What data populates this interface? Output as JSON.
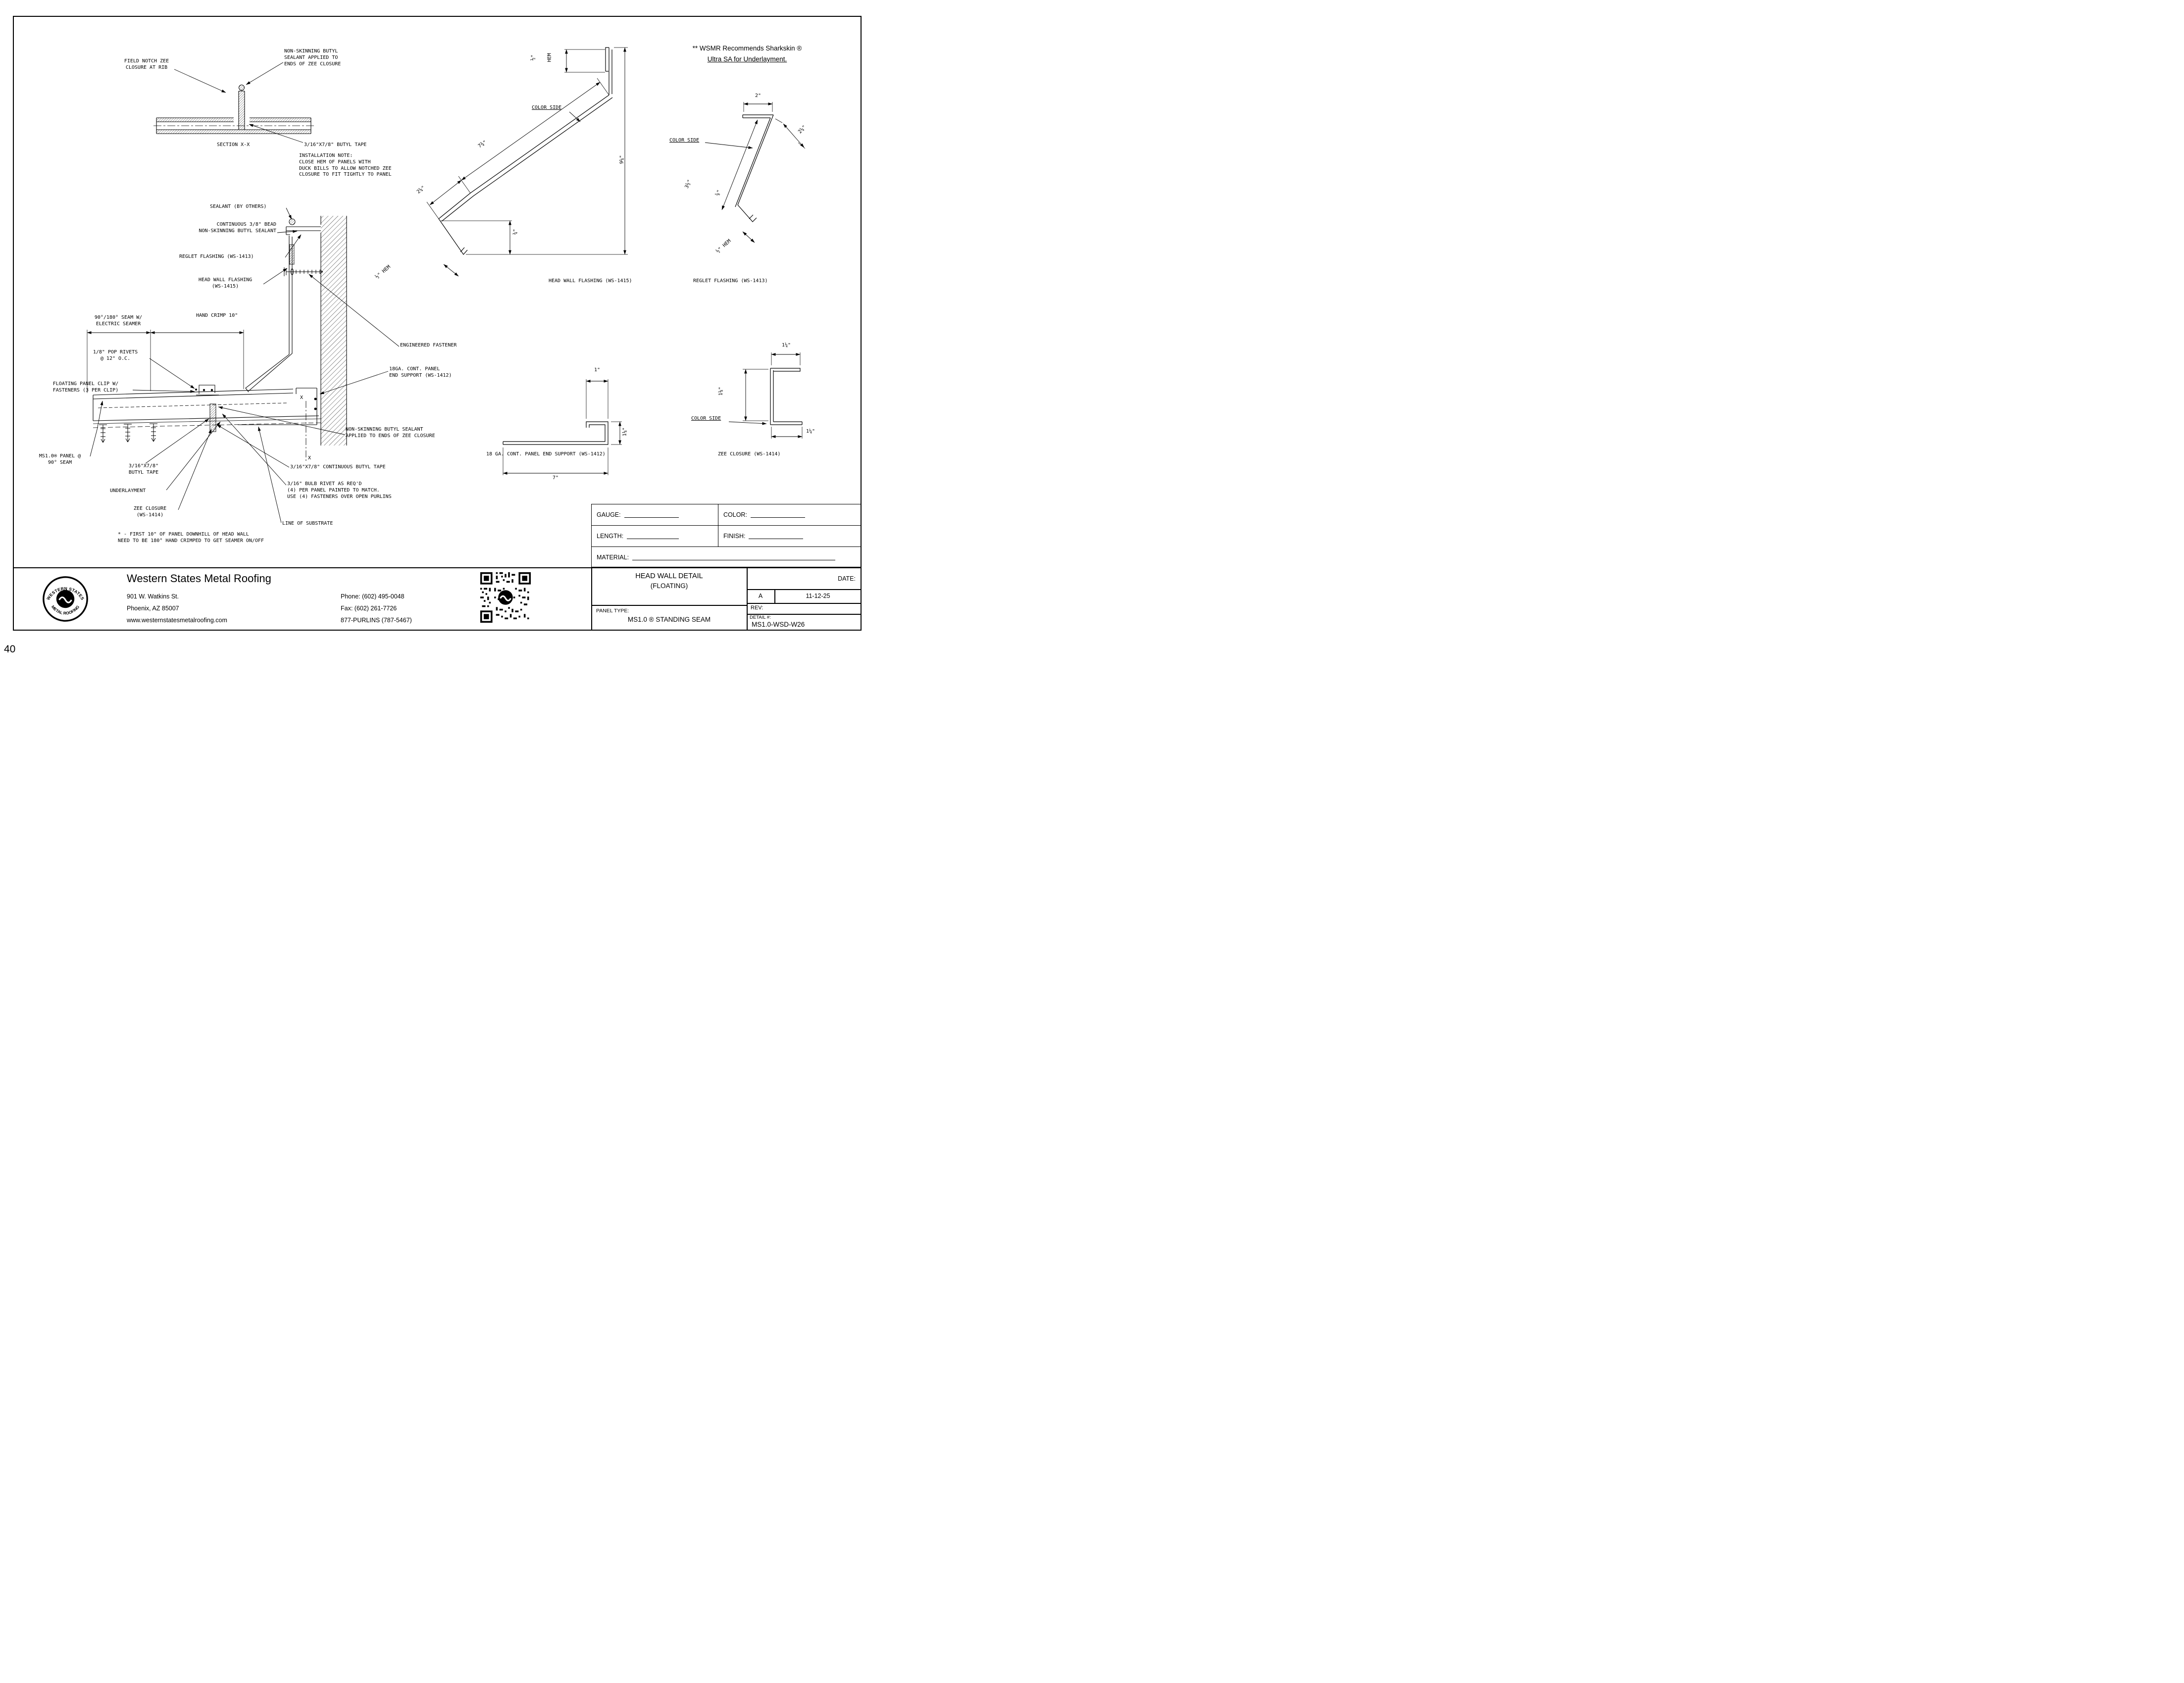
{
  "page": {
    "number": "40"
  },
  "note": {
    "line1": "** WSMR Recommends Sharkskin ®",
    "line2": "Ultra SA for Underlayment."
  },
  "section_xx": {
    "field_notch": "FIELD NOTCH ZEE\nCLOSURE AT RIB",
    "butyl_sealant": "NON-SKINNING BUTYL\nSEALANT APPLIED TO\nENDS OF ZEE CLOSURE",
    "title": "SECTION X-X",
    "butyl_tape": "3/16\"X7/8\" BUTYL TAPE",
    "install_note": "INSTALLATION NOTE:\nCLOSE HEM OF PANELS WITH\nDUCK BILLS TO ALLOW NOTCHED ZEE\nCLOSURE TO FIT TIGHTLY TO PANEL"
  },
  "main_detail": {
    "sealant_by_others": "SEALANT (BY OTHERS)",
    "continuous_bead": "CONTINUOUS 3/8\" BEAD\nNON-SKINNING BUTYL SEALANT",
    "reglet_flashing": "REGLET FLASHING (WS-1413)",
    "head_wall_flashing": "HEAD WALL FLASHING\n(WS-1415)",
    "seam": "90°/180° SEAM W/\nELECTRIC SEAMER",
    "hand_crimp": "HAND CRIMP 10\"",
    "pop_rivets": "1/8\" POP RIVETS\n@ 12\" O.C.",
    "floating_clip": "FLOATING PANEL CLIP W/\nFASTENERS (3 PER CLIP)",
    "panel": "MS1.0® PANEL @\n90° SEAM",
    "butyl_tape": "3/16\"X7/8\"\nBUTYL TAPE",
    "underlayment": "UNDERLAYMENT",
    "zee_closure": "ZEE CLOSURE\n(WS-1414)",
    "engineered_fastener": "ENGINEERED FASTENER",
    "end_support": "18GA. CONT. PANEL\nEND SUPPORT (WS-1412)",
    "butyl_ends": "NON-SKINNING BUTYL SEALANT\nAPPLIED TO ENDS OF ZEE CLOSURE",
    "cont_butyl_tape": "3/16\"X7/8\" CONTINUOUS BUTYL TAPE",
    "bulb_rivet": "3/16\" BULB RIVET AS REQ'D\n(4) PER PANEL PAINTED TO MATCH.\nUSE (4) FASTENERS OVER OPEN PURLINS",
    "line_of_substrate": "LINE OF SUBSTRATE",
    "footnote": "* - FIRST 10\" OF PANEL DOWNHILL OF HEAD WALL\nNEED TO BE 180° HAND CRIMPED TO GET SEAMER ON/OFF",
    "x_mark": "X"
  },
  "head_wall_profile": {
    "hem": "HEM",
    "hem_dim": "½\"",
    "color_side": "COLOR SIDE",
    "dim_height": "9¼\"",
    "dim_face": "7¾\"",
    "dim_lower": "2¼\"",
    "dim_kick": "¾\"",
    "hem_half": "½\" HEM",
    "caption": "HEAD WALL FLASHING (WS-1415)"
  },
  "reglet_profile": {
    "dim_top": "2\"",
    "color_side": "COLOR SIDE",
    "dim_right": "2¼\"",
    "dim_face": "3½\"",
    "dim_kick": "⅝\"",
    "hem_half": "½\" HEM",
    "caption": "REGLET FLASHING (WS-1413)"
  },
  "end_support_profile": {
    "dim_return": "1\"",
    "dim_leg": "1⅛\"",
    "dim_width": "7\"",
    "caption": "18 GA. CONT. PANEL END SUPPORT (WS-1412)"
  },
  "zee_profile": {
    "dim_top": "1¼\"",
    "dim_web": "1⅛\"",
    "color_side": "COLOR SIDE",
    "dim_bottom": "1¼\"",
    "caption": "ZEE CLOSURE (WS-1414)"
  },
  "order_form": {
    "gauge": "GAUGE:",
    "color": "COLOR:",
    "length": "LENGTH:",
    "finish": "FINISH:",
    "material": "MATERIAL:"
  },
  "title_block": {
    "company": "Western States Metal Roofing",
    "address1": "901 W. Watkins St.",
    "address2": "Phoenix, AZ 85007",
    "website": "www.westernstatesmetalroofing.com",
    "phone": "Phone: (602) 495-0048",
    "fax": "Fax: (602) 261-7726",
    "purlins": "877-PURLINS (787-5467)",
    "detail_title1": "HEAD WALL DETAIL",
    "detail_title2": "(FLOATING)",
    "panel_type_label": "PANEL TYPE:",
    "panel_type": "MS1.0 ® STANDING SEAM",
    "date_label": "DATE:",
    "rev_letter": "A",
    "date": "11-12-25",
    "rev_label": "REV:",
    "detail_label": "DETAIL #:",
    "detail_number": "MS1.0-WSD-W26",
    "logo_top": "WESTERN STATES",
    "logo_bottom": "METAL ROOFING"
  }
}
